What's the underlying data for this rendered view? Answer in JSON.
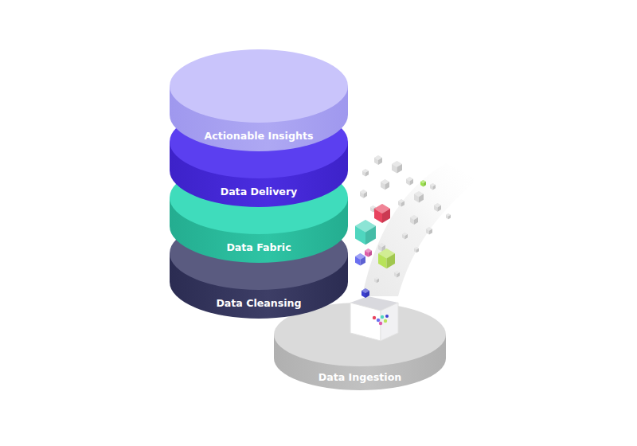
{
  "diagram": {
    "nodes": [
      {
        "text": [
          "Actionable Insights"
        ]
      },
      {
        "text": [
          "Data Delivery"
        ]
      },
      {
        "text": [
          "Data Fabric"
        ]
      },
      {
        "text": [
          "Data Cleansing"
        ]
      },
      {
        "text": [
          "Data Ingestion"
        ]
      }
    ]
  }
}
